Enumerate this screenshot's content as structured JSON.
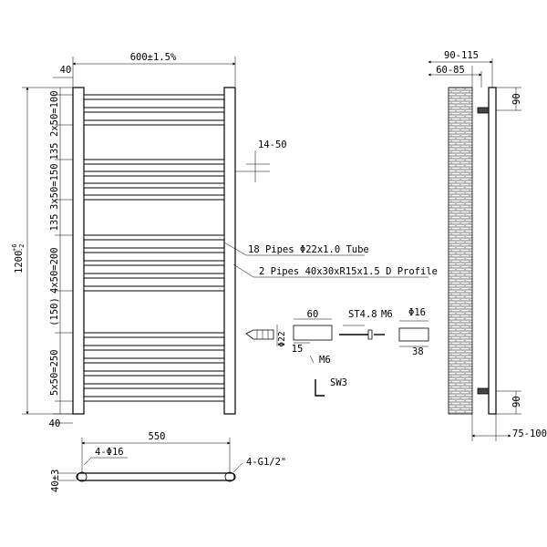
{
  "front_view": {
    "width_dim": "600±1.5%",
    "top_offset": "40",
    "bottom_offset": "40",
    "height_dim_main": "1200",
    "height_tol_upper": "+6",
    "height_tol_lower": "-2",
    "group_1": "2x50=100",
    "group_2": "3x50=150",
    "group_3": "4x50=200",
    "group_4": "5x50=250",
    "gap_1": "135",
    "gap_2": "135",
    "gap_3": "(150)",
    "offset_small": "14-50",
    "callout_tube": "18 Pipes Φ22x1.0 Tube",
    "callout_profile": "2 Pipes 40x30xR15x1.5 D Profile"
  },
  "side_view": {
    "dim_top_outer": "90-115",
    "dim_top_inner": "60-85",
    "dim_bracket_top": "90",
    "dim_bracket_bottom": "90",
    "dim_bottom": "75-100"
  },
  "bottom_view": {
    "width": "550",
    "holes": "4-Φ16",
    "thread": "4-G1/2\"",
    "depth": "40±3"
  },
  "fixing_kit": {
    "plug_dia": "Φ22",
    "bracket_len": "60",
    "bracket_off": "15",
    "bracket_thread": "M6",
    "screw": "ST4.8",
    "bolt": "M6",
    "cap_dia": "Φ16",
    "cap_len": "38",
    "key": "SW3"
  }
}
